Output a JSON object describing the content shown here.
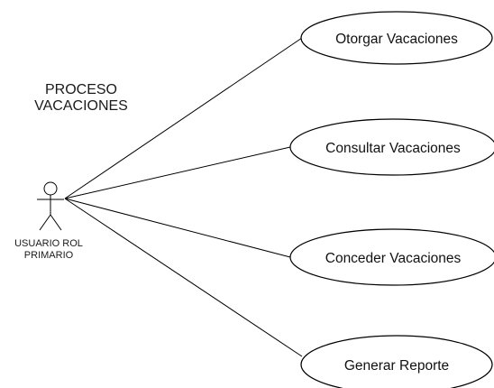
{
  "diagram": {
    "title_line1": "PROCESO",
    "title_line2": "VACACIONES",
    "actor": {
      "label_line1": "USUARIO ROL",
      "label_line2": "PRIMARIO"
    },
    "use_cases": [
      {
        "label": "Otorgar Vacaciones"
      },
      {
        "label": "Consultar Vacaciones"
      },
      {
        "label": "Conceder Vacaciones"
      },
      {
        "label": "Generar Reporte"
      }
    ],
    "colors": {
      "line": "#000000",
      "ellipse_fill": "#ffffff",
      "background": "#ffffff"
    }
  }
}
